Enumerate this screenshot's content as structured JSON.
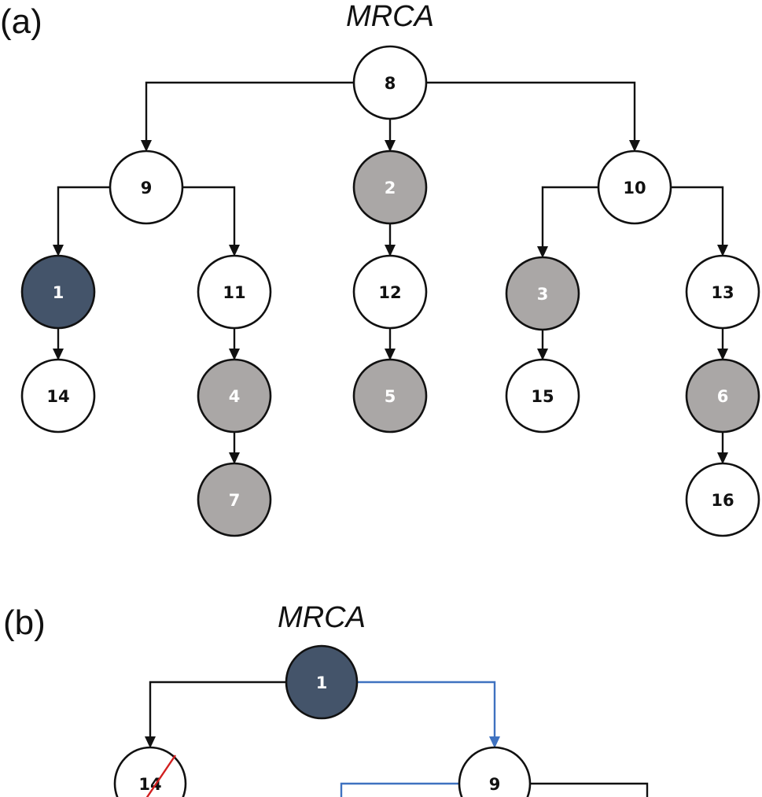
{
  "colors": {
    "white_node_fill": "#ffffff",
    "gray_node_fill": "#aaa7a6",
    "dark_node_fill": "#44546a",
    "edge_black": "#111111",
    "edge_blue": "#3f72c0",
    "strike_red": "#d21f1f",
    "text_dark": "#111111",
    "text_light": "#ffffff"
  },
  "panels": [
    {
      "id": "a",
      "label": "(a)",
      "title": "MRCA",
      "nodes": [
        {
          "id": "8",
          "style": "white"
        },
        {
          "id": "9",
          "style": "white"
        },
        {
          "id": "2",
          "style": "gray"
        },
        {
          "id": "10",
          "style": "white"
        },
        {
          "id": "1",
          "style": "dark"
        },
        {
          "id": "11",
          "style": "white"
        },
        {
          "id": "12",
          "style": "white"
        },
        {
          "id": "3",
          "style": "gray"
        },
        {
          "id": "13",
          "style": "white"
        },
        {
          "id": "14",
          "style": "white"
        },
        {
          "id": "4",
          "style": "gray"
        },
        {
          "id": "5",
          "style": "gray"
        },
        {
          "id": "15",
          "style": "white"
        },
        {
          "id": "6",
          "style": "gray"
        },
        {
          "id": "7",
          "style": "gray"
        },
        {
          "id": "16",
          "style": "white"
        }
      ],
      "edges": [
        {
          "from": "8",
          "to": "9",
          "color": "black"
        },
        {
          "from": "8",
          "to": "2",
          "color": "black"
        },
        {
          "from": "8",
          "to": "10",
          "color": "black"
        },
        {
          "from": "9",
          "to": "1",
          "color": "black"
        },
        {
          "from": "9",
          "to": "11",
          "color": "black"
        },
        {
          "from": "2",
          "to": "12",
          "color": "black"
        },
        {
          "from": "10",
          "to": "3",
          "color": "black"
        },
        {
          "from": "10",
          "to": "13",
          "color": "black"
        },
        {
          "from": "1",
          "to": "14",
          "color": "black"
        },
        {
          "from": "11",
          "to": "4",
          "color": "black"
        },
        {
          "from": "12",
          "to": "5",
          "color": "black"
        },
        {
          "from": "3",
          "to": "15",
          "color": "black"
        },
        {
          "from": "13",
          "to": "6",
          "color": "black"
        },
        {
          "from": "4",
          "to": "7",
          "color": "black"
        },
        {
          "from": "6",
          "to": "16",
          "color": "black"
        }
      ]
    },
    {
      "id": "b",
      "label": "(b)",
      "title": "MRCA",
      "nodes": [
        {
          "id": "1",
          "style": "dark"
        },
        {
          "id": "14",
          "style": "white",
          "struck_out": true
        },
        {
          "id": "9",
          "style": "white"
        }
      ],
      "edges": [
        {
          "from": "1",
          "to": "14",
          "color": "black"
        },
        {
          "from": "1",
          "to": "9",
          "color": "blue"
        },
        {
          "from": "9",
          "to": "(offscreen-left)",
          "color": "blue"
        },
        {
          "from": "9",
          "to": "(offscreen-right)",
          "color": "black"
        }
      ]
    }
  ]
}
